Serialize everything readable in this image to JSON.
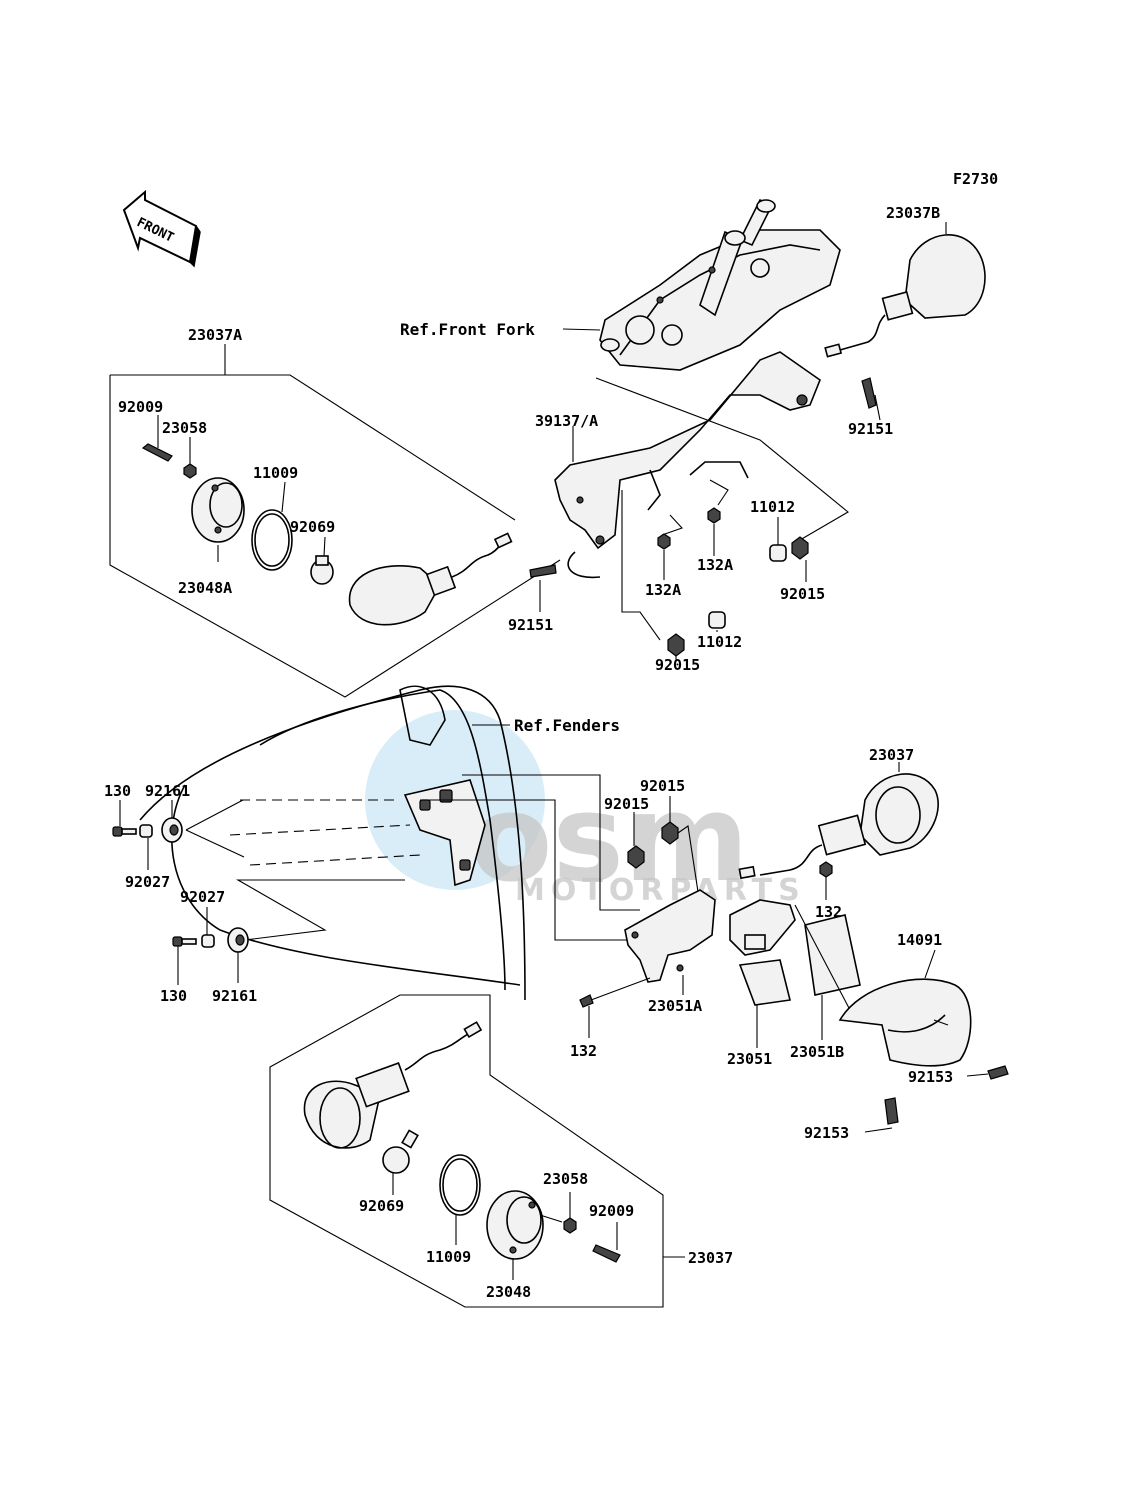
{
  "figure_code": "F2730",
  "front_label": "FRONT",
  "references": {
    "front_fork": "Ref.Front Fork",
    "fenders": "Ref.Fenders"
  },
  "watermark": {
    "brand": "osm",
    "sub": "MOTORPARTS"
  },
  "labels": {
    "l_23037A": "23037A",
    "l_92009_a": "92009",
    "l_23058_a": "23058",
    "l_11009_a": "11009",
    "l_92069_a": "92069",
    "l_23048A": "23048A",
    "l_23037B": "23037B",
    "l_92151_a": "92151",
    "l_39137A": "39137/A",
    "l_11012_a": "11012",
    "l_132A_a": "132A",
    "l_132A_b": "132A",
    "l_92015_a": "92015",
    "l_92151_b": "92151",
    "l_11012_b": "11012",
    "l_92015_b": "92015",
    "l_23037": "23037",
    "l_130_a": "130",
    "l_92161_a": "92161",
    "l_92027_a": "92027",
    "l_92015_c": "92015",
    "l_92015_d": "92015",
    "l_92027_b": "92027",
    "l_130_b": "130",
    "l_92161_b": "92161",
    "l_132_a": "132",
    "l_14091": "14091",
    "l_132_b": "132",
    "l_23051A": "23051A",
    "l_23051": "23051",
    "l_23051B": "23051B",
    "l_92153_a": "92153",
    "l_92153_b": "92153",
    "l_23058_b": "23058",
    "l_92009_b": "92009",
    "l_92069_b": "92069",
    "l_11009_b": "11009",
    "l_23048": "23048",
    "l_23037_b": "23037"
  }
}
